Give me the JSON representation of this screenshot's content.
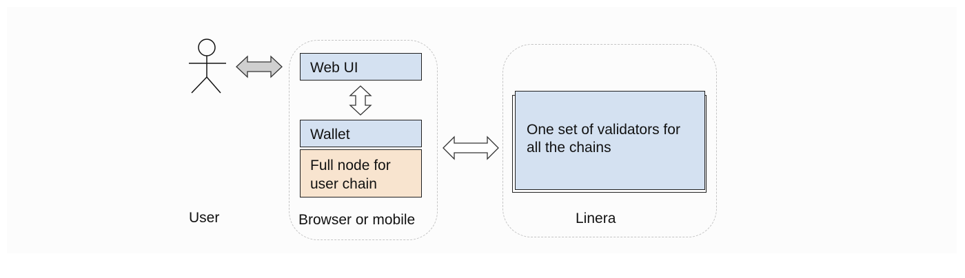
{
  "actors": {
    "user": {
      "label": "User"
    }
  },
  "groups": {
    "browser": {
      "label": "Browser or mobile",
      "web_ui": "Web UI",
      "wallet": "Wallet",
      "full_node": "Full node for user chain"
    },
    "linera": {
      "label": "Linera",
      "validators": "One set of validators for all the chains"
    }
  },
  "colors": {
    "node_blue": "#d4e1f1",
    "node_peach": "#f8e4cf",
    "arrow_gray": "#cfcfcf",
    "group_border": "#c4c4c4"
  }
}
